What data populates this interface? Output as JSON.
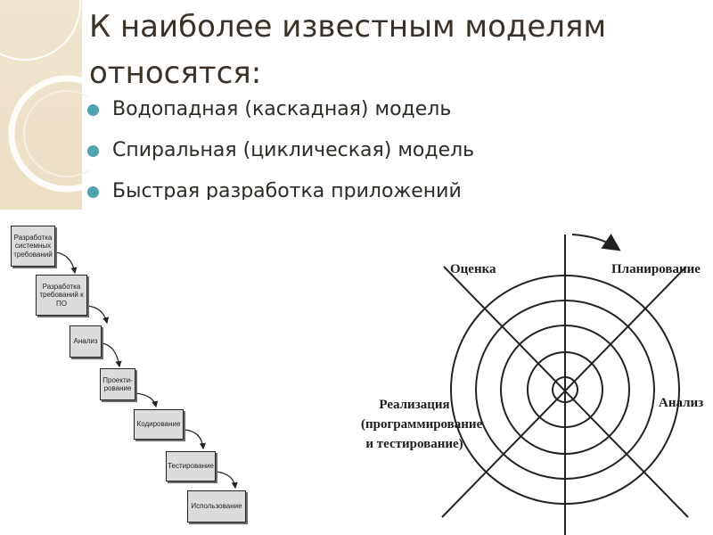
{
  "slide": {
    "title": "К наиболее известным  моделям относятся:",
    "bullets": [
      "Водопадная (каскадная) модель",
      "Спиральная (циклическая) модель",
      "Быстрая разработка приложений"
    ]
  },
  "waterfall": {
    "stages": [
      "Разработка системных требований",
      "Разработка требований к ПО",
      "Анализ",
      "Проекти-рование",
      "Кодирование",
      "Тестирование",
      "Использование"
    ]
  },
  "spiral": {
    "labels": {
      "evaluation": "Оценка",
      "planning": "Планирование",
      "analysis": "Анализ",
      "implementation_line1": "Реализация",
      "implementation_line2": "(программирование",
      "implementation_line3": "и тестирование)"
    }
  },
  "colors": {
    "bullet": "#4fa3ad",
    "title_text": "#3a3129",
    "decor_band": "#ece0c4"
  }
}
